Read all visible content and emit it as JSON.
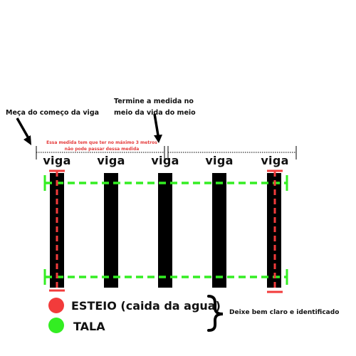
{
  "annotations": {
    "start_note": "Meça do começo da viga",
    "end_note_line1": "Termine a medida no",
    "end_note_line2": "meio da vida do meio",
    "rule_line1": "Essa medida tem que ter no máximo 3 metros",
    "rule_line2": "não pode passar dessa medida"
  },
  "beams": [
    {
      "label": "viga"
    },
    {
      "label": "viga"
    },
    {
      "label": "viga"
    },
    {
      "label": "viga"
    },
    {
      "label": "viga"
    }
  ],
  "legend": {
    "items": [
      {
        "label": "ESTEIO (caida da agua)",
        "color": "#f23b3b"
      },
      {
        "label": "TALA",
        "color": "#33ee22"
      }
    ],
    "side_note": "Deixe bem claro e identificado"
  },
  "colors": {
    "beam": "#000000",
    "esteio": "#f23b3b",
    "tala": "#33ee22"
  }
}
